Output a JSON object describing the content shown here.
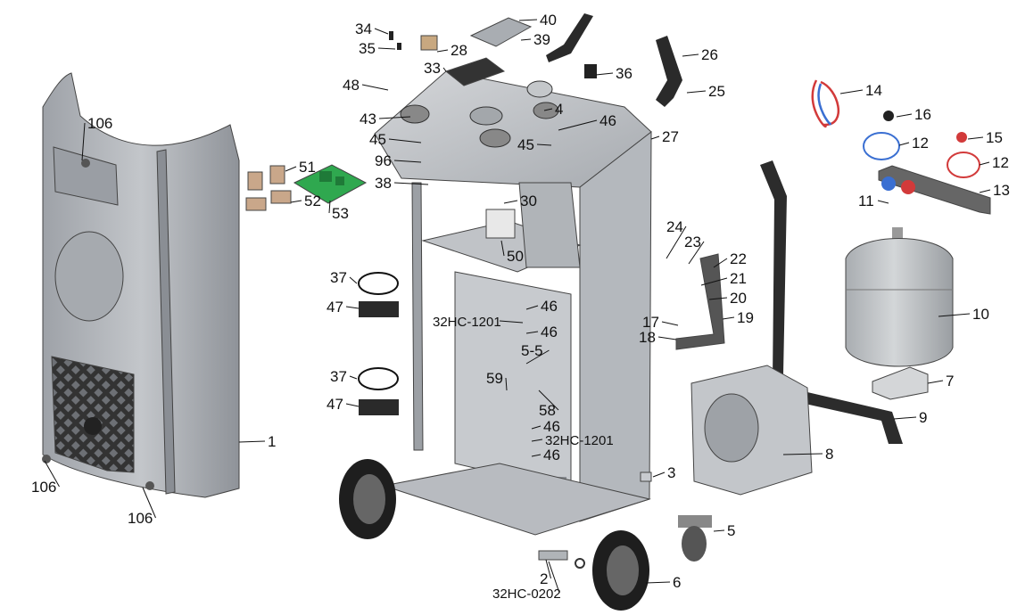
{
  "figure": {
    "callouts": [
      {
        "id": "c1",
        "text": "1"
      },
      {
        "id": "c2",
        "text": "2"
      },
      {
        "id": "c3",
        "text": "3"
      },
      {
        "id": "c4",
        "text": "4"
      },
      {
        "id": "c5",
        "text": "5"
      },
      {
        "id": "c6",
        "text": "6"
      },
      {
        "id": "c7",
        "text": "7"
      },
      {
        "id": "c8",
        "text": "8"
      },
      {
        "id": "c9",
        "text": "9"
      },
      {
        "id": "c10",
        "text": "10"
      },
      {
        "id": "c11",
        "text": "11"
      },
      {
        "id": "c12a",
        "text": "12"
      },
      {
        "id": "c12b",
        "text": "12"
      },
      {
        "id": "c13",
        "text": "13"
      },
      {
        "id": "c14",
        "text": "14"
      },
      {
        "id": "c15",
        "text": "15"
      },
      {
        "id": "c16",
        "text": "16"
      },
      {
        "id": "c17",
        "text": "17"
      },
      {
        "id": "c18",
        "text": "18"
      },
      {
        "id": "c19",
        "text": "19"
      },
      {
        "id": "c20",
        "text": "20"
      },
      {
        "id": "c21",
        "text": "21"
      },
      {
        "id": "c22",
        "text": "22"
      },
      {
        "id": "c23",
        "text": "23"
      },
      {
        "id": "c24",
        "text": "24"
      },
      {
        "id": "c25",
        "text": "25"
      },
      {
        "id": "c26",
        "text": "26"
      },
      {
        "id": "c27",
        "text": "27"
      },
      {
        "id": "c28",
        "text": "28"
      },
      {
        "id": "c30",
        "text": "30"
      },
      {
        "id": "c33",
        "text": "33"
      },
      {
        "id": "c34",
        "text": "34"
      },
      {
        "id": "c35",
        "text": "35"
      },
      {
        "id": "c36",
        "text": "36"
      },
      {
        "id": "c37a",
        "text": "37"
      },
      {
        "id": "c37b",
        "text": "37"
      },
      {
        "id": "c38",
        "text": "38"
      },
      {
        "id": "c39",
        "text": "39"
      },
      {
        "id": "c40",
        "text": "40"
      },
      {
        "id": "c43",
        "text": "43"
      },
      {
        "id": "c45a",
        "text": "45"
      },
      {
        "id": "c45b",
        "text": "45"
      },
      {
        "id": "c46a",
        "text": "46"
      },
      {
        "id": "c46b",
        "text": "46"
      },
      {
        "id": "c46c",
        "text": "46"
      },
      {
        "id": "c46d",
        "text": "46"
      },
      {
        "id": "c46e",
        "text": "46"
      },
      {
        "id": "c47a",
        "text": "47"
      },
      {
        "id": "c47b",
        "text": "47"
      },
      {
        "id": "c48",
        "text": "48"
      },
      {
        "id": "c50",
        "text": "50"
      },
      {
        "id": "c51",
        "text": "51"
      },
      {
        "id": "c52",
        "text": "52"
      },
      {
        "id": "c53",
        "text": "53"
      },
      {
        "id": "c55",
        "text": "5-5"
      },
      {
        "id": "c58",
        "text": "58"
      },
      {
        "id": "c59",
        "text": "59"
      },
      {
        "id": "c96",
        "text": "96"
      },
      {
        "id": "c106a",
        "text": "106"
      },
      {
        "id": "c106b",
        "text": "106"
      },
      {
        "id": "c106c",
        "text": "106"
      },
      {
        "id": "cHC1201a",
        "text": "32HC-1201"
      },
      {
        "id": "cHC1201b",
        "text": "32HC-1201"
      },
      {
        "id": "cHC0202",
        "text": "32HC-0202"
      }
    ]
  },
  "colors": {
    "panel": "#b9bcc1",
    "sheet": "#c9ccd0",
    "dark": "#2a2a2a",
    "pcb": "#2fa84f",
    "hose_red": "#d23a3a",
    "hose_blue": "#3a6fd2",
    "tank": "#c2c6c9"
  }
}
